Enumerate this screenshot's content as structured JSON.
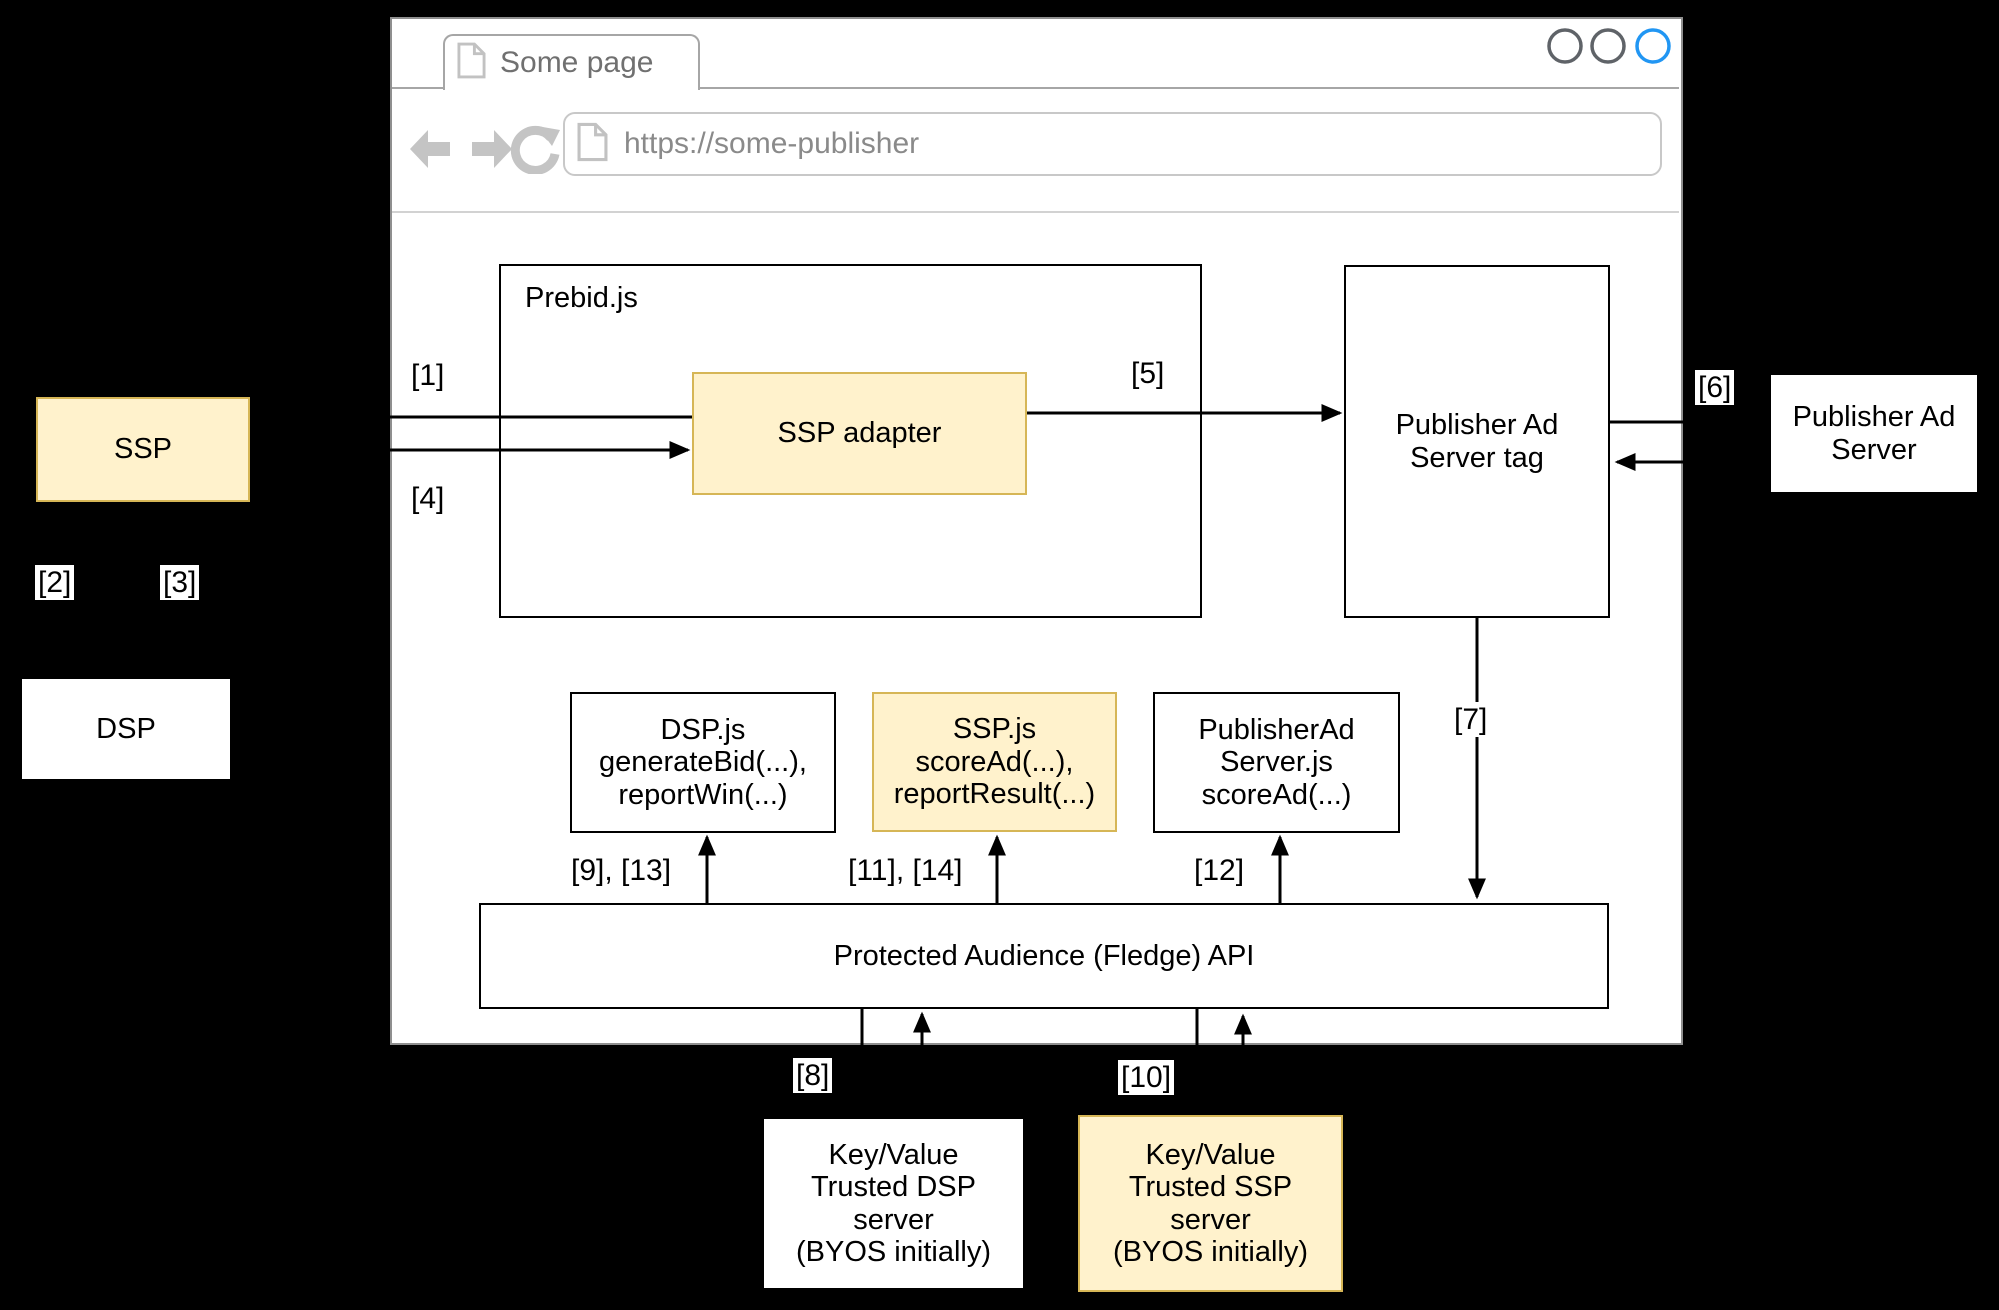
{
  "browser": {
    "tab_title": "Some page",
    "url": "https://some-publisher",
    "window_controls": {
      "count": 3,
      "inactive_color": "#5f6368",
      "active_color": "#2196F3"
    },
    "icons": {
      "tab": "page-icon",
      "url": "page-icon",
      "nav": [
        "back-icon",
        "forward-icon",
        "reload-icon"
      ]
    }
  },
  "boxes": {
    "prebid": "Prebid.js",
    "ssp_adapter": "SSP adapter",
    "publisher_tag": "Publisher Ad\nServer tag",
    "publisher_server": "Publisher Ad\nServer",
    "ssp": "SSP",
    "dsp": "DSP",
    "dsp_js": "DSP.js\ngenerateBid(...),\nreportWin(...)",
    "ssp_js": "SSP.js\nscoreAd(...),\nreportResult(...)",
    "publisher_ad_server_js": "PublisherAd\nServer.js\nscoreAd(...)",
    "api": "Protected Audience (Fledge) API",
    "kv_dsp": "Key/Value\nTrusted DSP\nserver\n(BYOS initially)",
    "kv_ssp": "Key/Value\nTrusted SSP\nserver\n(BYOS initially)"
  },
  "steps": {
    "s1": "[1]",
    "s2": "[2]",
    "s3": "[3]",
    "s4": "[4]",
    "s5": "[5]",
    "s6": "[6]",
    "s7": "[7]",
    "s8": "[8]",
    "s9_13": "[9], [13]",
    "s10": "[10]",
    "s11_14": "[11], [14]",
    "s12": "[12]"
  },
  "colors": {
    "highlight_fill": "#FFF2CC",
    "highlight_border": "#D6B656",
    "active_control_blue": "#2196F3",
    "page_background": "#000000",
    "box_border": "#000000"
  }
}
